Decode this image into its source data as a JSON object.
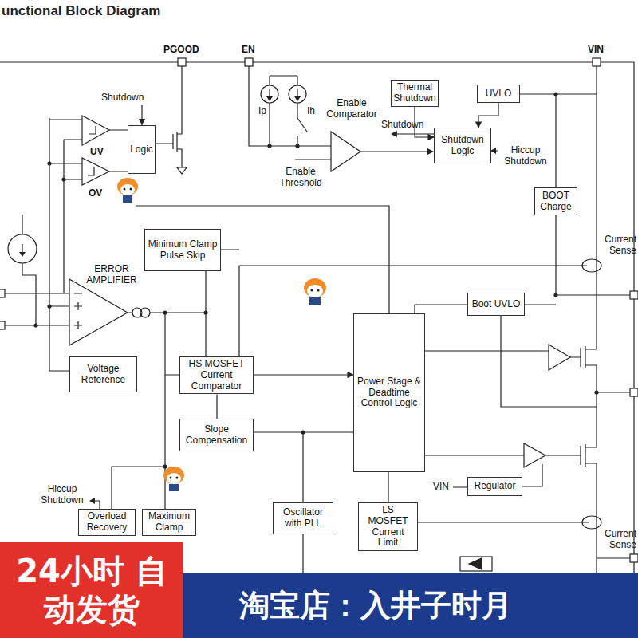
{
  "diagram": {
    "title": "unctional Block Diagram",
    "nodes": [
      {
        "text": [
          "Thermal Shutdown"
        ]
      },
      {
        "text": [
          "UVLO"
        ]
      },
      {
        "text": [
          "Shutdown Logic"
        ]
      },
      {
        "text": [
          "Logic"
        ]
      },
      {
        "text": [
          "BOOT Charge"
        ]
      },
      {
        "text": [
          "Minimum Clamp Pulse Skip"
        ]
      },
      {
        "text": [
          "Boot UVLO"
        ]
      },
      {
        "text": [
          "HS MOSFET Current Comparator"
        ]
      },
      {
        "text": [
          "Voltage Reference"
        ]
      },
      {
        "text": [
          "Power Stage & Deadtime Control Logic"
        ]
      },
      {
        "text": [
          "Slope Compensation"
        ]
      },
      {
        "text": [
          "Overload Recovery"
        ]
      },
      {
        "text": [
          "Maximum Clamp"
        ]
      },
      {
        "text": [
          "Oscillator with PLL"
        ]
      },
      {
        "text": [
          "LS MOSFET Current Limit"
        ]
      },
      {
        "text": [
          "Regulator"
        ]
      }
    ],
    "edges": [
      {
        "from": 0,
        "to": 2,
        "arrow": "to"
      },
      {
        "from": 1,
        "to": 2,
        "arrow": "to"
      },
      {
        "from": 5,
        "to": 7,
        "arrow": "none"
      },
      {
        "from": 10,
        "to": 7,
        "arrow": "none"
      },
      {
        "from": 7,
        "to": 9,
        "arrow": "to"
      },
      {
        "from": 13,
        "to": 9,
        "arrow": "none"
      },
      {
        "from": 14,
        "to": 9,
        "arrow": "none"
      },
      {
        "from": 6,
        "to": 9,
        "arrow": "none"
      }
    ],
    "labels": [
      "PGOOD",
      "EN",
      "VIN",
      "Shutdown",
      "UV",
      "OV",
      "Ip",
      "Ih",
      "Enable Comparator",
      "Enable Threshold",
      "Shutdown",
      "Hiccup Shutdown",
      "ERROR AMPLIFIER",
      "Current Sense",
      "Hiccup Shutdown",
      "VIN",
      "Current Sense",
      "24小时 自动发货",
      "淘宝店：入井子时月"
    ]
  }
}
